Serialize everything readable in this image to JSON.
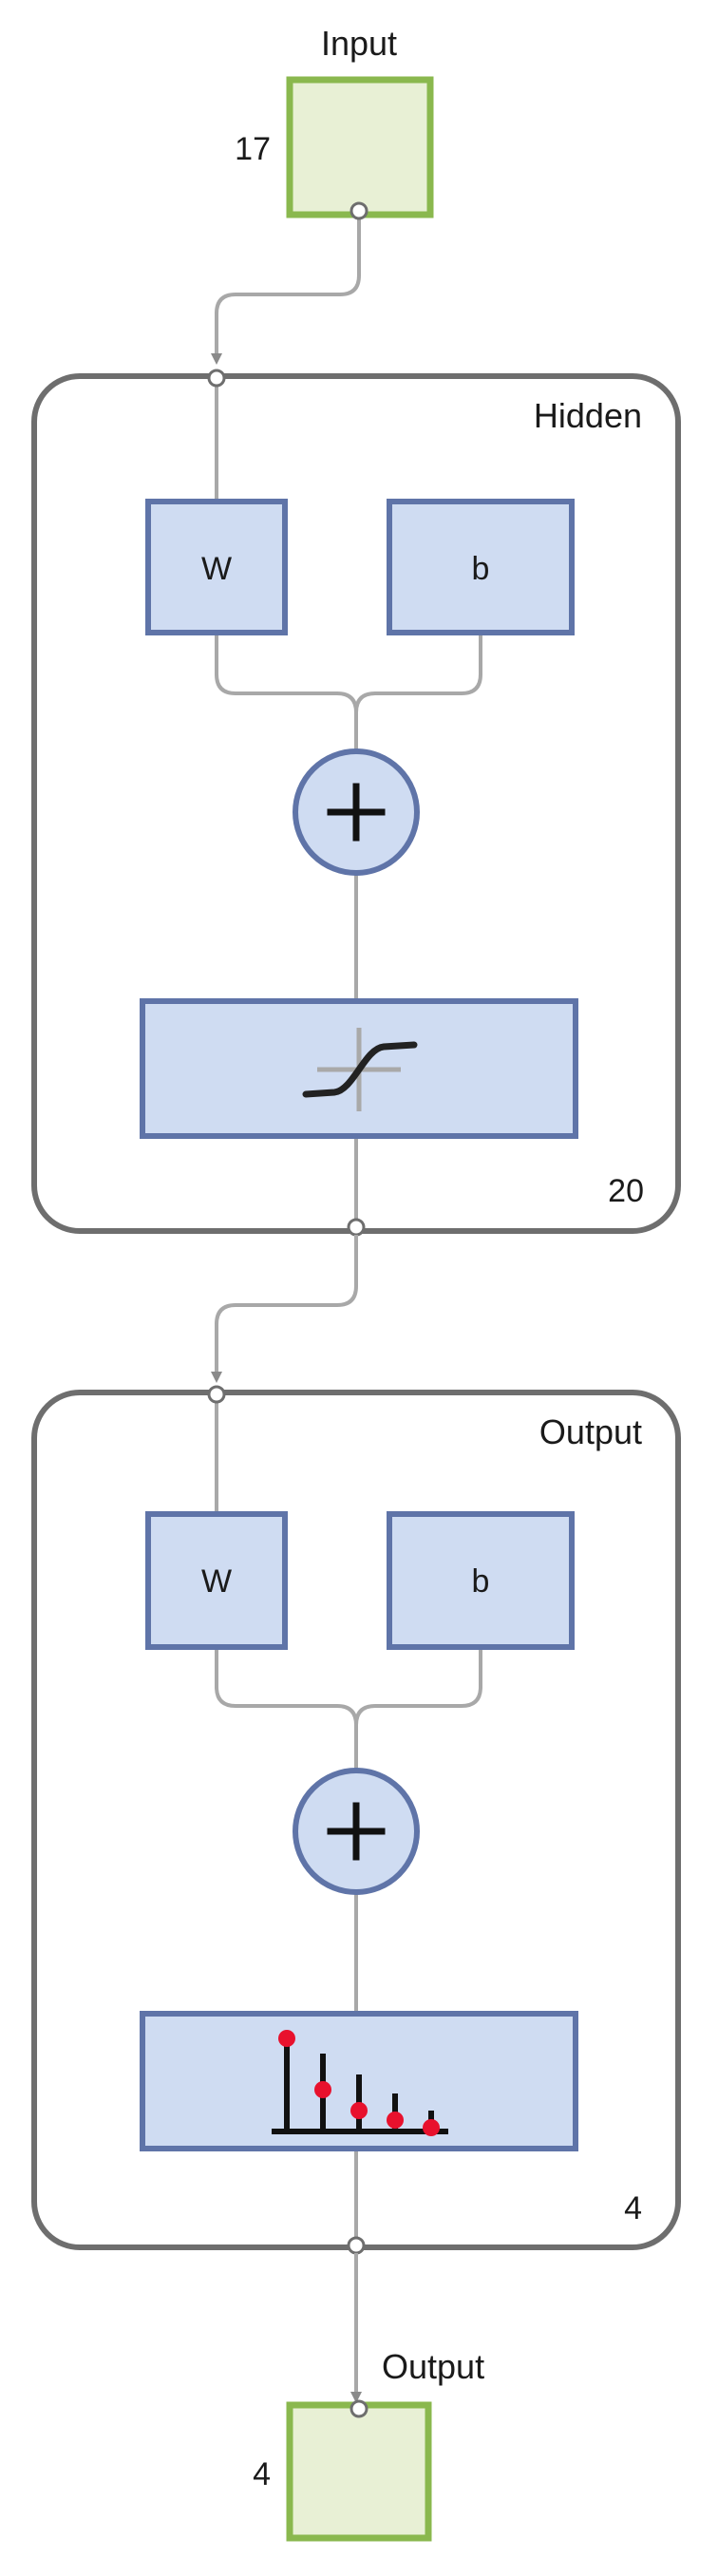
{
  "input": {
    "title": "Input",
    "size": "17"
  },
  "hidden_layer": {
    "title": "Hidden",
    "size": "20",
    "weight_label": "W",
    "bias_label": "b",
    "sum_symbol": "+",
    "transfer_icon": "tansig-sigmoid-icon"
  },
  "output_layer": {
    "title": "Output",
    "size": "4",
    "weight_label": "W",
    "bias_label": "b",
    "sum_symbol": "+",
    "transfer_icon": "softmax-stem-icon"
  },
  "output": {
    "title": "Output",
    "size": "4"
  },
  "colors": {
    "io_fill": "#e8f0d5",
    "io_border": "#8ab84e",
    "block_fill": "#cfdcf2",
    "block_border": "#5f74a8",
    "layer_border": "#6e6e6e",
    "connector": "#a8a8a8",
    "stem_marker": "#e8112d"
  }
}
